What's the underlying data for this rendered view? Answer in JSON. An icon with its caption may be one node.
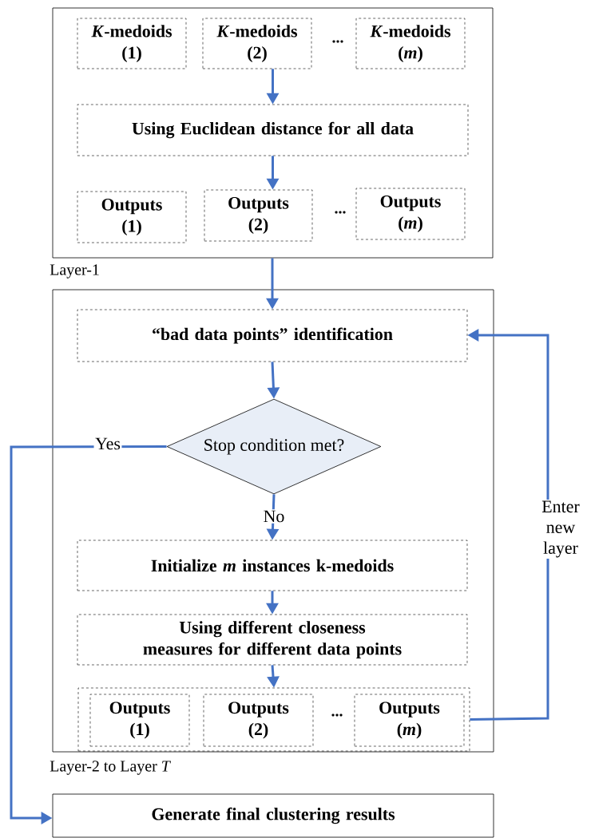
{
  "diagram": {
    "nodes": [
      {
        "text": [
          "Layer-1"
        ]
      },
      {
        "text": [
          "*K*-medoids (1)"
        ],
        "in": 0
      },
      {
        "text": [
          "*K*-medoids (2)"
        ],
        "in": 0
      },
      {
        "text": [
          "*K*-medoids (*m*)"
        ],
        "in": 0
      },
      {
        "text": [
          "Using Euclidean distance for all data"
        ],
        "in": 0
      },
      {
        "text": [
          "Outputs (1)"
        ],
        "in": 0
      },
      {
        "text": [
          "Outputs (2)"
        ],
        "in": 0
      },
      {
        "text": [
          "Outputs (*m*)"
        ],
        "in": 0
      },
      {
        "text": [
          "Layer-2 to Layer *T*"
        ]
      },
      {
        "text": [
          "“bad data points” identification"
        ],
        "in": 8
      },
      {
        "text": [
          "Stop condition met?"
        ],
        "in": 8
      },
      {
        "text": [
          "Initialize *m* instances k-medoids"
        ],
        "in": 8
      },
      {
        "text": [
          "Using different closeness measures for different data points"
        ],
        "in": 8
      },
      {
        "text": [],
        "shape": "box",
        "in": 8
      },
      {
        "text": [
          "Outputs (1)"
        ],
        "in": 13
      },
      {
        "text": [
          "Outputs (2)"
        ],
        "in": 13
      },
      {
        "text": [
          "Outputs (*m*)"
        ],
        "in": 13
      },
      {
        "text": [
          "Generate final clustering results"
        ]
      }
    ],
    "edges": [
      {
        "from": 2,
        "to": 4,
        "arrow": "to"
      },
      {
        "from": 4,
        "to": 6,
        "arrow": "to"
      },
      {
        "from": 0,
        "to": 9,
        "arrow": "to"
      },
      {
        "from": 9,
        "to": 10,
        "arrow": "to"
      },
      {
        "from": 10,
        "to": 17,
        "arrow": "to",
        "label": "Yes"
      },
      {
        "from": 10,
        "to": 11,
        "arrow": "to",
        "label": "No"
      },
      {
        "from": 11,
        "to": 12,
        "arrow": "to"
      },
      {
        "from": 12,
        "to": 13,
        "arrow": "to"
      },
      {
        "from": 13,
        "to": 9,
        "arrow": "to",
        "label": "Enter new layer"
      }
    ],
    "labels": [
      "...",
      "...",
      "..."
    ]
  }
}
